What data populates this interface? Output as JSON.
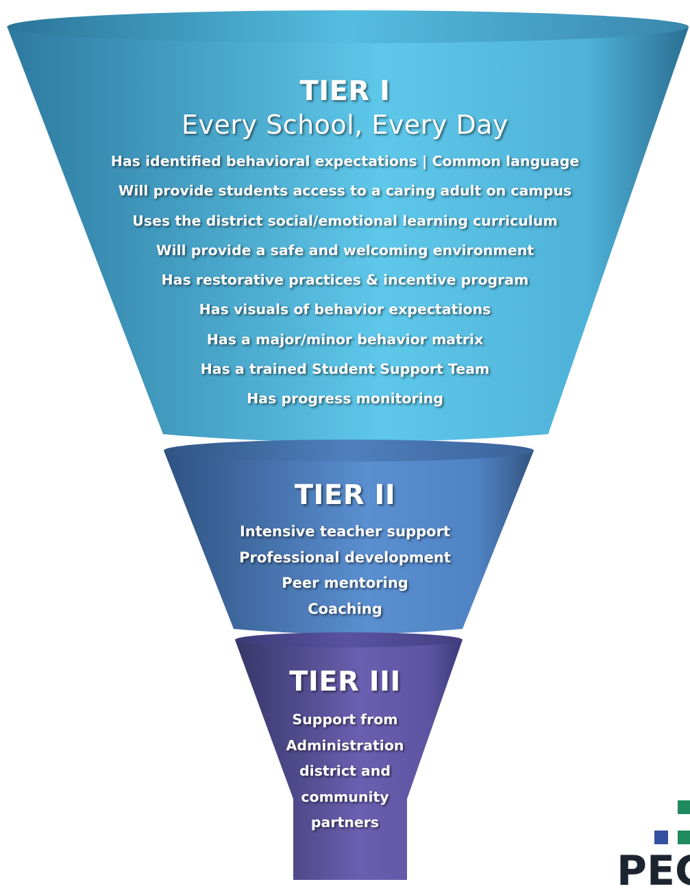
{
  "tier1": {
    "title_line1": "TIER I",
    "title_line2": "Every School, Every Day",
    "items": [
      "Has identified behavioral expectations | Common language",
      "Will provide students access to a caring adult on campus",
      "Uses the district social/emotional learning curriculum",
      "Will provide a safe and welcoming environment",
      "Has restorative practices & incentive program",
      "Has visuals of behavior expectations",
      "Has a major/minor behavior matrix",
      "Has a trained Student Support Team",
      "Has progress monitoring"
    ]
  },
  "tier2": {
    "title": "TIER II",
    "items": [
      "Intensive teacher support",
      "Professional development",
      "Peer mentoring",
      "Coaching"
    ]
  },
  "tier3": {
    "title": "TIER III",
    "items": [
      "Support from",
      "Administration",
      "district and",
      "community",
      "partners"
    ]
  },
  "logo": {
    "text": "PEC",
    "colors": {
      "green": "#1f8a5e",
      "blue": "#3450a0",
      "dark": "#1c2430"
    }
  },
  "colors": {
    "tier1_light": "#5ec8ea",
    "tier1_dark": "#2b6f93",
    "tier2_light": "#5a8fd0",
    "tier2_dark": "#33547f",
    "tier3_light": "#6b5fb0",
    "tier3_dark": "#3b3a78"
  }
}
